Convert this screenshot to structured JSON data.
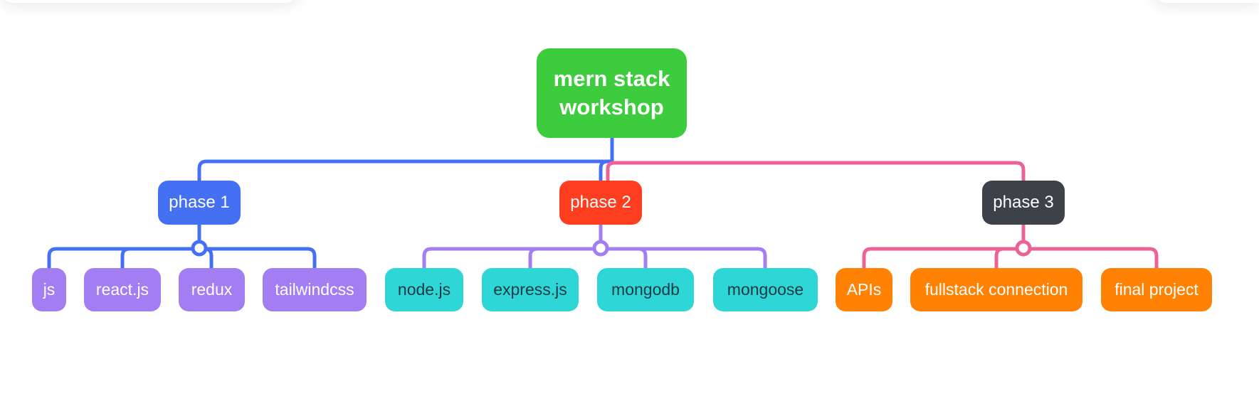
{
  "colors": {
    "root_bg": "#3ECC3F",
    "phase1_bg": "#4470F4",
    "phase2_bg": "#FF3D1F",
    "phase3_bg": "#3C4248",
    "leaf_purple": "#A37EF2",
    "leaf_cyan": "#2ED6D6",
    "leaf_orange": "#FF8205",
    "line_blue": "#4470F4",
    "line_purple": "#A37EF2",
    "line_pink": "#EC6196"
  },
  "mindmap": {
    "root": {
      "label": "mern stack workshop"
    },
    "branches": [
      {
        "label": "phase 1",
        "children": [
          "js",
          "react.js",
          "redux",
          "tailwindcss"
        ]
      },
      {
        "label": "phase 2",
        "children": [
          "node.js",
          "express.js",
          "mongodb",
          "mongoose"
        ]
      },
      {
        "label": "phase 3",
        "children": [
          "APIs",
          "fullstack connection",
          "final project"
        ]
      }
    ]
  }
}
